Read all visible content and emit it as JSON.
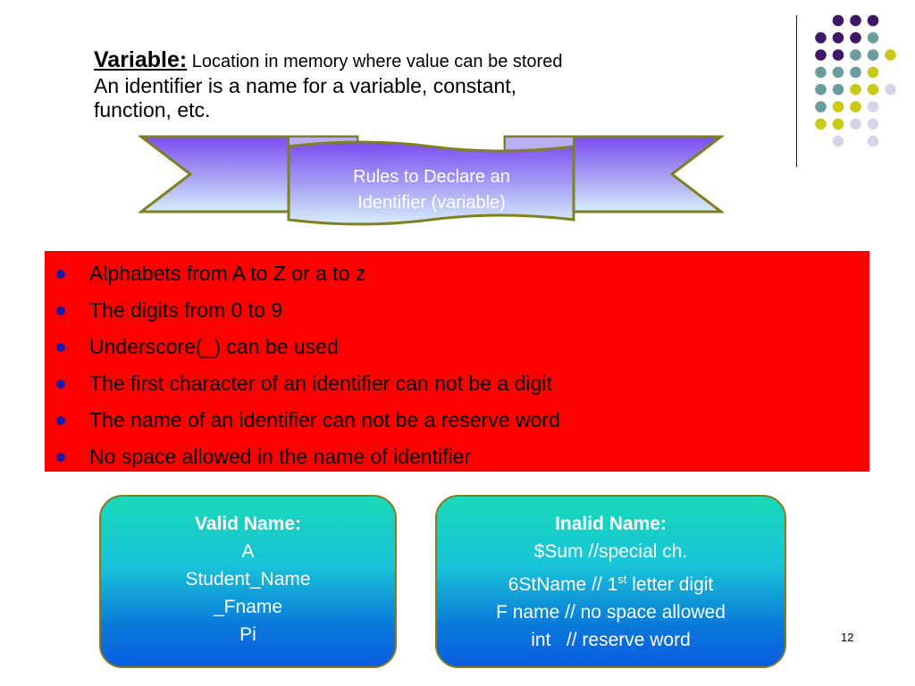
{
  "slide": {
    "intro": {
      "lead_term": "Variable:",
      "lead_definition": " Location in memory where value can be stored",
      "line2": "An identifier is a name for a variable, constant,",
      "line3": "function, etc."
    },
    "banner": {
      "line1": "Rules to Declare an",
      "line2": "Identifier (variable)"
    },
    "rules": [
      "Alphabets from A to Z or a to z",
      "The digits from 0 to 9",
      "Underscore(_) can be used",
      "The first character of an identifier can not be a digit",
      "The name of an identifier can not be a reserve word",
      "No space allowed in the name of identifier"
    ],
    "valid_box": {
      "title": "Valid Name:",
      "lines": [
        "A",
        "Student_Name",
        "_Fname",
        "Pi"
      ]
    },
    "invalid_box": {
      "title": "Inalid Name:",
      "line1": "$Sum  //special ch.",
      "line2_a": "6StName // 1",
      "line2_sup": "st",
      "line2_b": " letter digit",
      "line3": "F name // no space allowed",
      "line4": "int   // reserve word"
    },
    "page_number": "12"
  },
  "colors": {
    "rules_background": "#ff0000",
    "box_gradient_top": "#19d9ba",
    "box_gradient_bottom": "#0a5ce0",
    "banner_outline": "#808020",
    "dot_purple": "#3e1866",
    "dot_teal": "#6b9d9d",
    "dot_yellow": "#c9c91a",
    "dot_lavender": "#d5d5e8"
  }
}
